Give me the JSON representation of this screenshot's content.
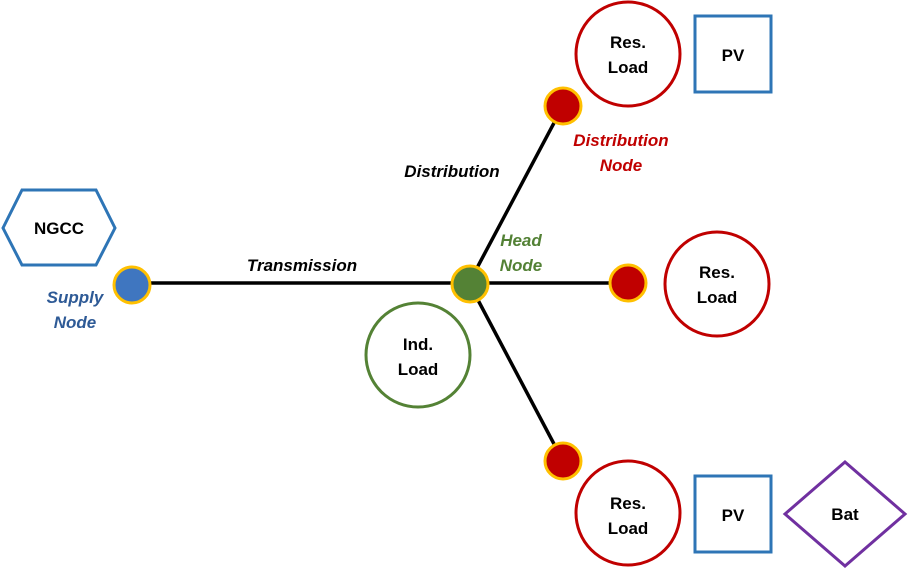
{
  "diagram": {
    "supply_node": {
      "source_label": "NGCC",
      "label_line1": "Supply",
      "label_line2": "Node"
    },
    "head_node": {
      "label_line1": "Head",
      "label_line2": "Node"
    },
    "distribution_node": {
      "label_line1": "Distribution",
      "label_line2": "Node"
    },
    "edges": {
      "transmission": "Transmission",
      "distribution": "Distribution"
    },
    "industrial_load": {
      "line1": "Ind.",
      "line2": "Load"
    },
    "residential_loads": [
      {
        "line1": "Res.",
        "line2": "Load",
        "pv": "PV"
      },
      {
        "line1": "Res.",
        "line2": "Load"
      },
      {
        "line1": "Res.",
        "line2": "Load",
        "pv": "PV",
        "battery": "Bat"
      }
    ],
    "colors": {
      "supply": "#3F76C0",
      "supply_label": "#2E5A96",
      "head": "#548235",
      "head_label": "#538135",
      "distribution": "#C00000",
      "distribution_label": "#C00000",
      "node_border": "#FFC000",
      "pv": "#2E75B6",
      "battery": "#7030A0",
      "ngcc": "#2E75B6",
      "line": "#000000"
    }
  }
}
